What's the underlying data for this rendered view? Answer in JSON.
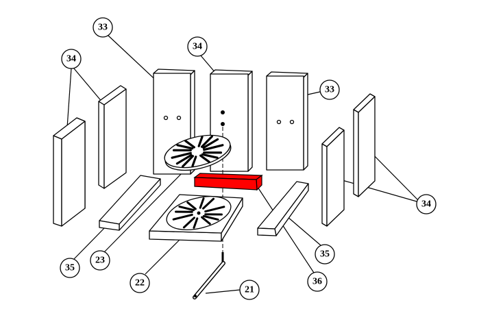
{
  "diagram": {
    "title": "Exploded view of firebox parts",
    "highlight_color": "#ff0000",
    "callouts": {
      "c33a": "33",
      "c34a": "34",
      "c34b": "34",
      "c33b": "33",
      "c34c": "34",
      "c35a": "35",
      "c23": "23",
      "c22": "22",
      "c21": "21",
      "c36": "36",
      "c35b": "35"
    }
  }
}
